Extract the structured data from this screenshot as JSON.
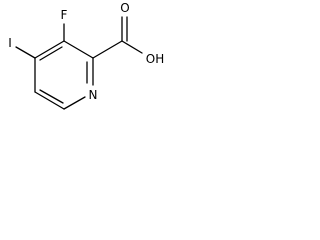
{
  "molecule": {
    "ring_nitrogen": "N",
    "fluorine": "F",
    "iodine": "I",
    "carbonyl_oxygen": "O",
    "hydroxyl": "OH"
  },
  "colors": {
    "bond": "#000000",
    "label": "#000000",
    "background": "#ffffff"
  }
}
